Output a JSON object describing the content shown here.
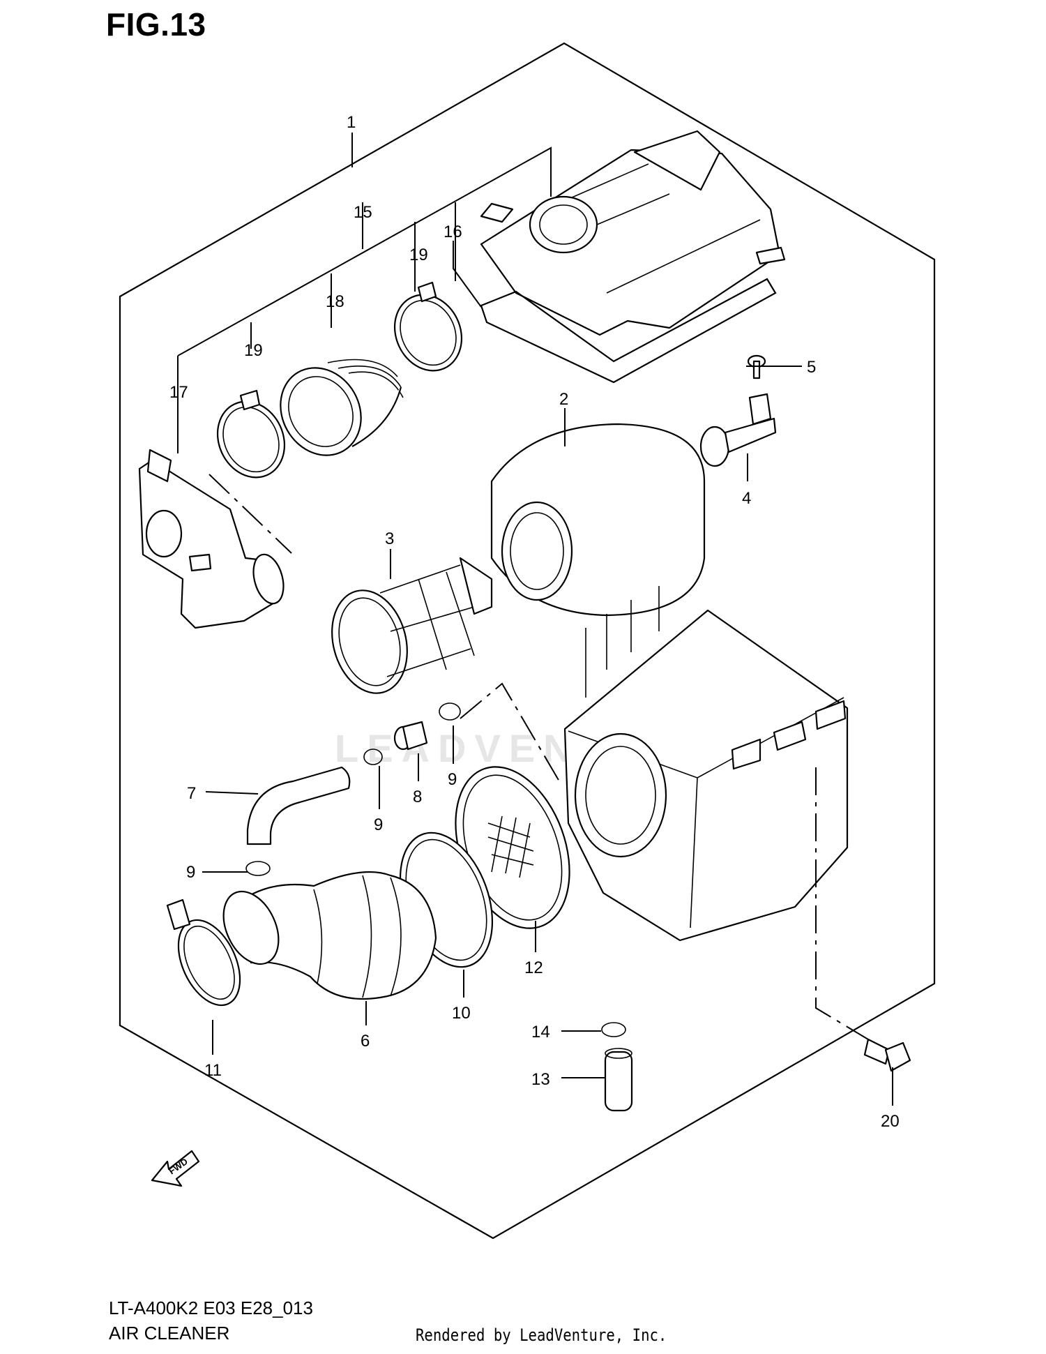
{
  "figure": {
    "title": "FIG.13",
    "model_code": "LT-A400K2 E03 E28_013",
    "name": "AIR CLEANER",
    "credit": "Rendered by LeadVenture, Inc.",
    "watermark": "LEADVENTURE",
    "direction_marker": "FWD"
  },
  "callouts": [
    {
      "id": "c1",
      "number": "1"
    },
    {
      "id": "c2",
      "number": "2"
    },
    {
      "id": "c3",
      "number": "3"
    },
    {
      "id": "c4",
      "number": "4"
    },
    {
      "id": "c5",
      "number": "5"
    },
    {
      "id": "c6",
      "number": "6"
    },
    {
      "id": "c7",
      "number": "7"
    },
    {
      "id": "c8",
      "number": "8"
    },
    {
      "id": "c9a",
      "number": "9"
    },
    {
      "id": "c9b",
      "number": "9"
    },
    {
      "id": "c9c",
      "number": "9"
    },
    {
      "id": "c10",
      "number": "10"
    },
    {
      "id": "c11",
      "number": "11"
    },
    {
      "id": "c12",
      "number": "12"
    },
    {
      "id": "c13",
      "number": "13"
    },
    {
      "id": "c14",
      "number": "14"
    },
    {
      "id": "c15",
      "number": "15"
    },
    {
      "id": "c16",
      "number": "16"
    },
    {
      "id": "c17",
      "number": "17"
    },
    {
      "id": "c18",
      "number": "18"
    },
    {
      "id": "c19a",
      "number": "19"
    },
    {
      "id": "c19b",
      "number": "19"
    },
    {
      "id": "c20",
      "number": "20"
    }
  ]
}
